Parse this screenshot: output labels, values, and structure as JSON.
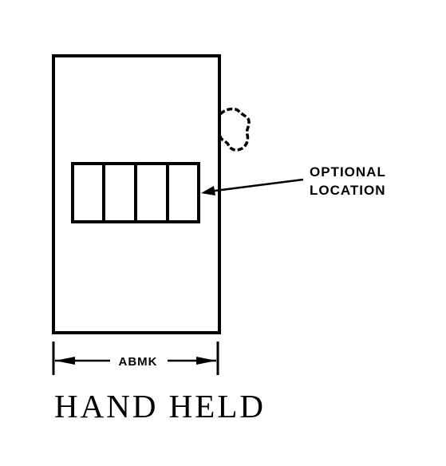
{
  "diagram": {
    "callout": {
      "line1": "OPTIONAL",
      "line2": "LOCATION"
    },
    "dimension_label": "ABMK",
    "caption": "HAND HELD",
    "digit_cells": 4,
    "ink_color": "#000000",
    "background_color": "#ffffff"
  }
}
